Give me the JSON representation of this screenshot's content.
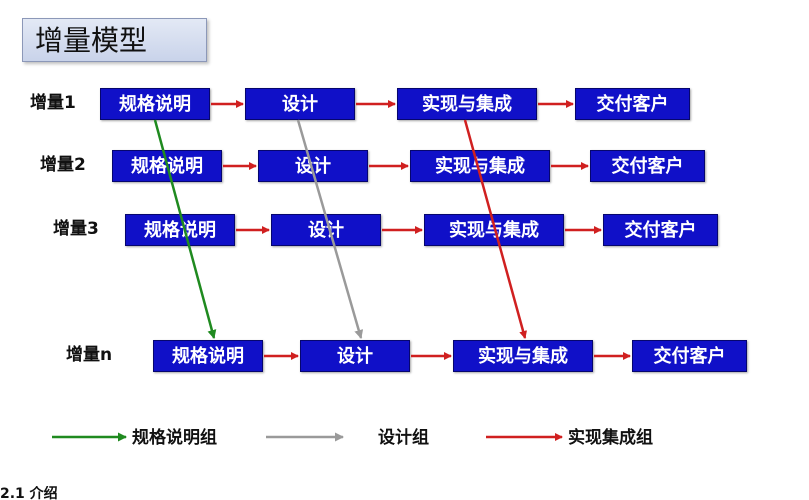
{
  "title": "增量模型",
  "increments": [
    {
      "label": "增量1",
      "steps": [
        "规格说明",
        "设计",
        "实现与集成",
        "交付客户"
      ]
    },
    {
      "label": "增量2",
      "steps": [
        "规格说明",
        "设计",
        "实现与集成",
        "交付客户"
      ]
    },
    {
      "label": "增量3",
      "steps": [
        "规格说明",
        "设计",
        "实现与集成",
        "交付客户"
      ]
    },
    {
      "label": "增量n",
      "steps": [
        "规格说明",
        "设计",
        "实现与集成",
        "交付客户"
      ]
    }
  ],
  "legend": [
    {
      "label": "规格说明组",
      "color": "#1f8a1f"
    },
    {
      "label": "设计组",
      "color": "#9a9a9a"
    },
    {
      "label": "实现集成组",
      "color": "#d02020"
    }
  ],
  "footer_cut": "2.1 介绍",
  "colors": {
    "box": "#1010c8",
    "flow_arrow": "#d02020"
  }
}
